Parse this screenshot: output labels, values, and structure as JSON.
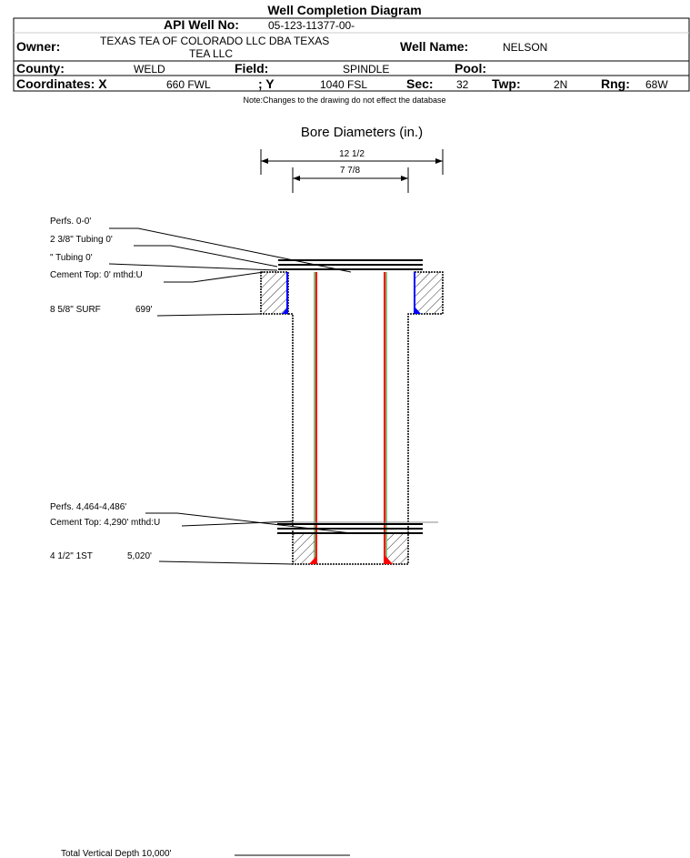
{
  "title": "Well Completion Diagram",
  "header": {
    "api_label": "API Well No:",
    "api_value": "05-123-11377-00-",
    "owner_label": "Owner:",
    "owner_value_1": "TEXAS TEA OF COLORADO LLC DBA TEXAS",
    "owner_value_2": "TEA LLC",
    "well_name_label": "Well Name:",
    "well_name_value": "NELSON",
    "county_label": "County:",
    "county_value": "WELD",
    "field_label": "Field:",
    "field_value": "SPINDLE",
    "pool_label": "Pool:",
    "coord_x_label": "Coordinates: X",
    "coord_x_value": "660 FWL",
    "coord_y_label": "; Y",
    "coord_y_value": "1040 FSL",
    "sec_label": "Sec:",
    "sec_value": "32",
    "twp_label": "Twp:",
    "twp_value": "2N",
    "rng_label": "Rng:",
    "rng_value": "68W"
  },
  "note": "Note:Changes to the drawing do not effect the database",
  "bore": {
    "title": "Bore Diameters (in.)",
    "outer": "12 1/2",
    "inner": "7 7/8"
  },
  "labels": {
    "perfs_top": "Perfs. 0-0'",
    "tubing_238": "2 3/8\" Tubing 0'",
    "tubing": "\" Tubing 0'",
    "cement_top_1": "Cement Top: 0' mthd:U",
    "surf_casing": "8 5/8\" SURF",
    "surf_depth": "699'",
    "perfs_lower": "Perfs. 4,464-4,486'",
    "cement_top_2": "Cement Top: 4,290' mthd:U",
    "prod_casing": "4 1/2\" 1ST",
    "prod_depth": "5,020'",
    "tvd": "Total Vertical Depth 10,000'"
  },
  "colors": {
    "cement_surface": "#0000ff",
    "cement_production": "#ff0000",
    "casing_green": "#008000"
  }
}
